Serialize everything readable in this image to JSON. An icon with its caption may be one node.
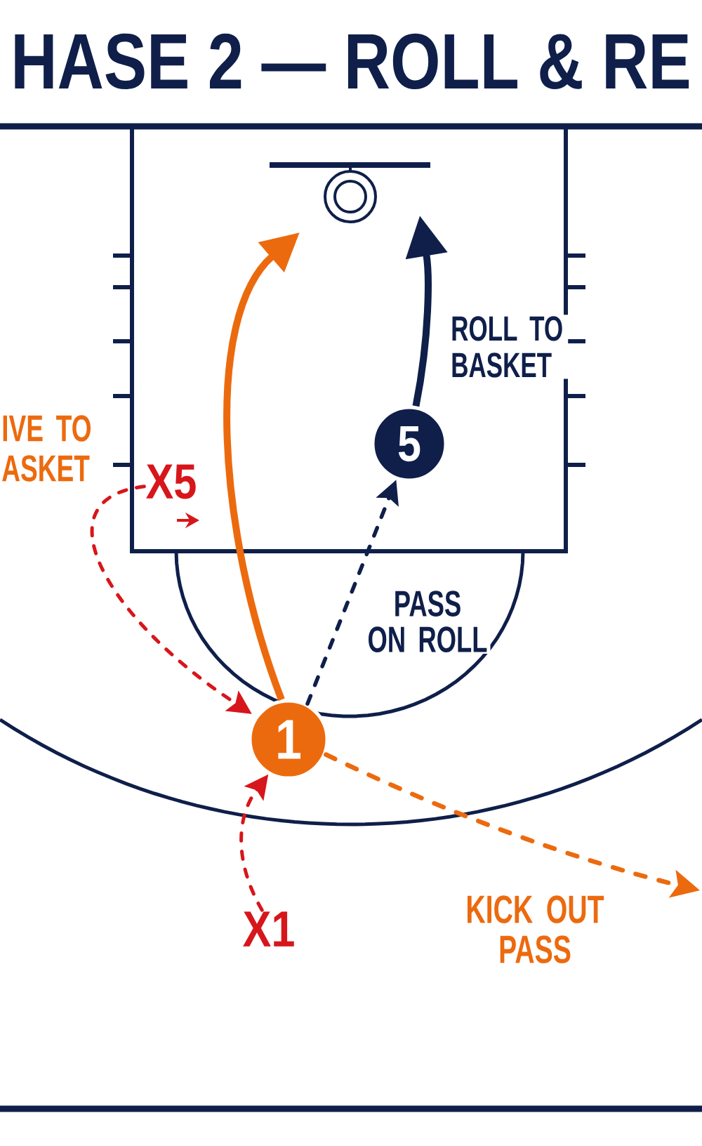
{
  "diagram": {
    "title": "HASE 2 — ROLL & RE",
    "nodes": [
      {
        "text": [
          "1"
        ]
      },
      {
        "text": [
          "5"
        ]
      },
      {
        "text": [
          "X5"
        ]
      },
      {
        "text": [
          "X1"
        ]
      }
    ],
    "edges": [
      {
        "from": 0,
        "to": null,
        "arrow": "to",
        "style": "thick",
        "color": "#ec6a0e"
      },
      {
        "from": 1,
        "to": null,
        "arrow": "to",
        "label": "ROLL TO BASKET",
        "style": "thick",
        "color": "#0f1f4a"
      },
      {
        "from": 0,
        "to": 1,
        "arrow": "to",
        "label": "PASS ON ROLL",
        "style": "dashed",
        "color": "#0f1f4a"
      },
      {
        "from": 0,
        "to": null,
        "arrow": "to",
        "label": "KICK OUT PASS",
        "style": "dashed",
        "color": "#ec6a0e"
      },
      {
        "from": 2,
        "to": 0,
        "arrow": "to",
        "style": "dashed",
        "color": "#d7161b"
      },
      {
        "from": 3,
        "to": 0,
        "arrow": "to",
        "style": "dashed",
        "color": "#d7161b"
      }
    ],
    "labels": [
      "IVE TO ASKET"
    ]
  }
}
